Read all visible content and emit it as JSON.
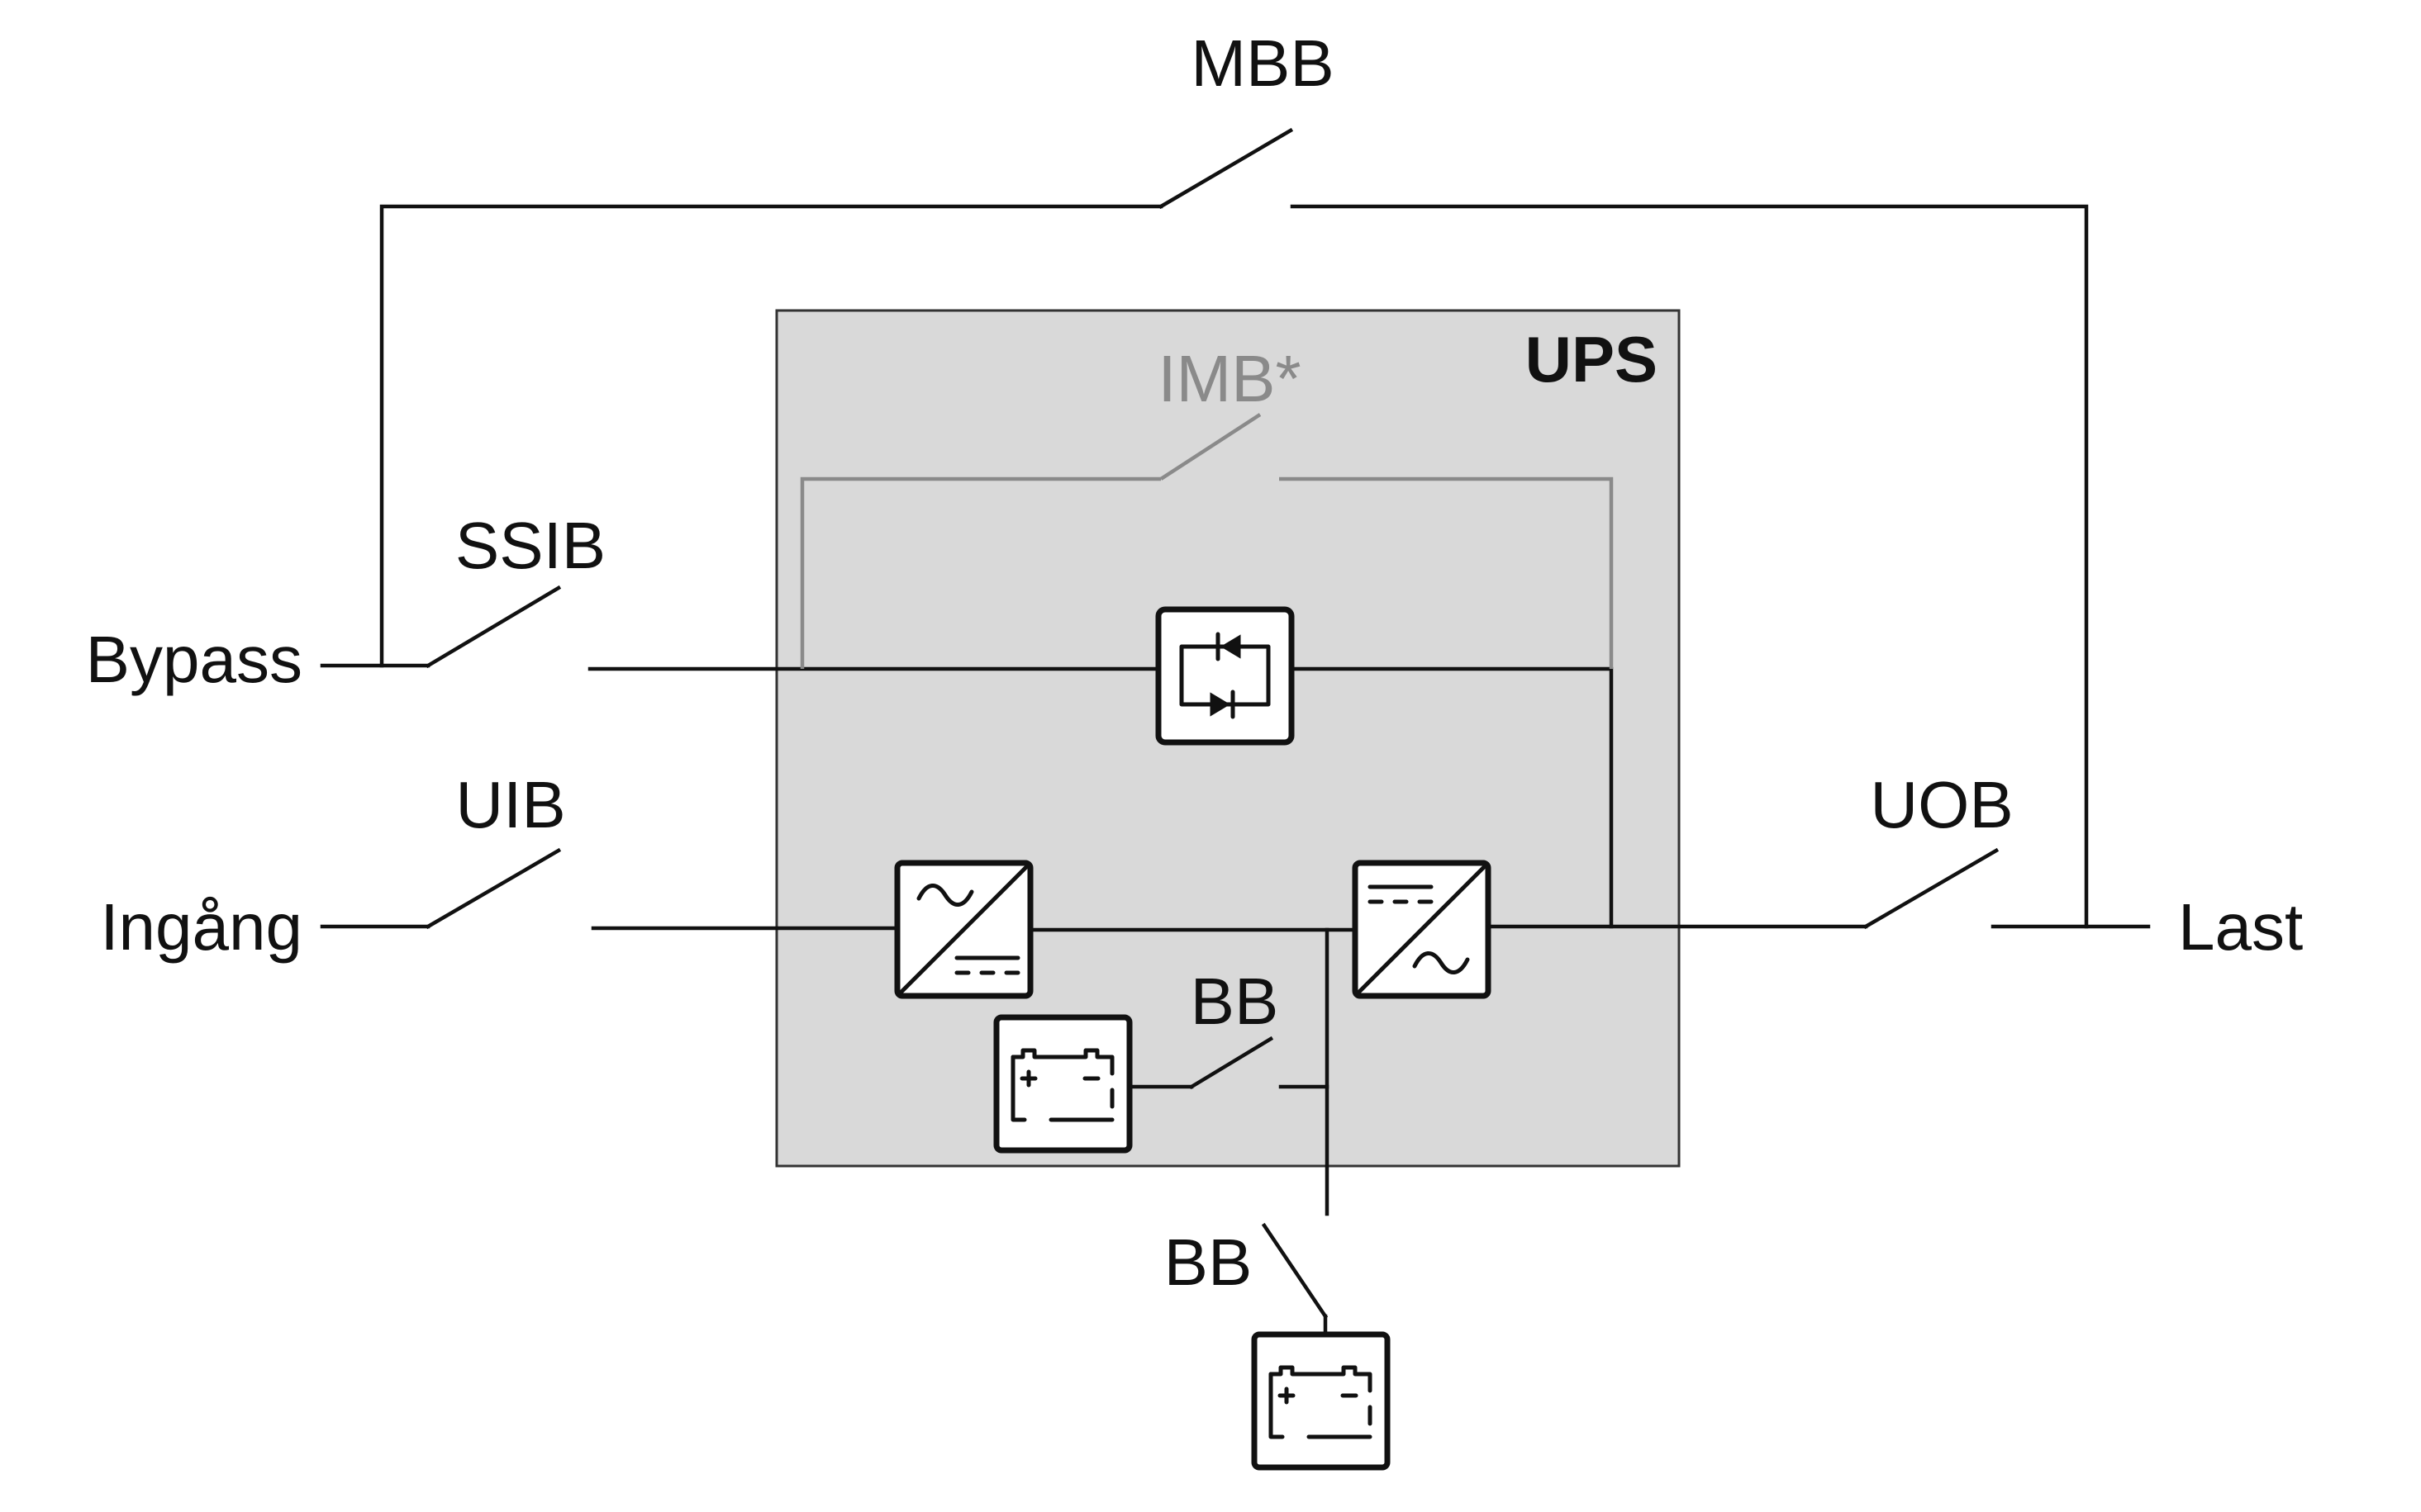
{
  "diagram": {
    "labels": {
      "mbb": "MBB",
      "ups": "UPS",
      "imb": "IMB*",
      "ssib": "SSIB",
      "bypass": "Bypass",
      "uib": "UIB",
      "ingang": "Ingång",
      "uob": "UOB",
      "last": "Last",
      "bb_internal": "BB",
      "bb_external": "BB"
    },
    "icons": {
      "static_switch": "static-bypass-switch-icon",
      "rectifier": "rectifier-ac-dc-icon",
      "inverter": "inverter-dc-ac-icon",
      "battery": "battery-icon"
    },
    "colors": {
      "ups_fill": "#d9d9d9",
      "line": "#111111",
      "imb_line": "#8a8a8a"
    }
  }
}
